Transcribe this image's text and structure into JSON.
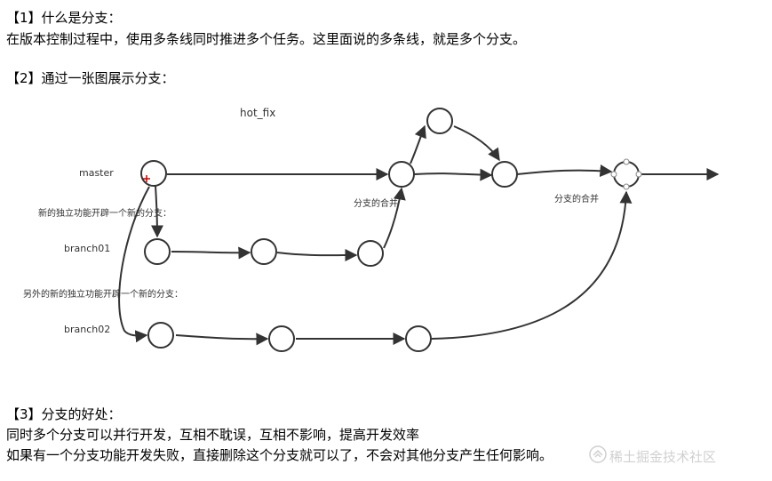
{
  "section1": {
    "heading": "【1】什么是分支：",
    "body": "在版本控制过程中，使用多条线同时推进多个任务。这里面说的多条线，就是多个分支。"
  },
  "section2": {
    "heading": "【2】通过一张图展示分支："
  },
  "diagram": {
    "hotfix_label": "hot_fix",
    "master_label": "master",
    "new_feature_note": "新的独立功能开辟一个新的分支：",
    "branch01_label": "branch01",
    "another_feature_note": "另外的新的独立功能开辟一个新的分支：",
    "branch02_label": "branch02",
    "merge_label_1": "分支的合并",
    "merge_label_2": "分支的合并"
  },
  "section3": {
    "heading": "【3】分支的好处：",
    "line1": "同时多个分支可以并行开发，互相不耽误，互相不影响，提高开发效率",
    "line2": "如果有一个分支功能开发失败，直接删除这个分支就可以了，不会对其他分支产生任何影响。"
  },
  "watermark": {
    "text": "稀土掘金技术社区"
  }
}
